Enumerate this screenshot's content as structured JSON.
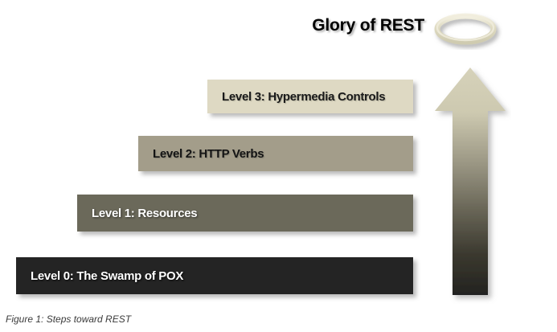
{
  "figure": {
    "title": "Glory of REST",
    "caption": "Figure 1: Steps toward REST",
    "background_color": "#ffffff"
  },
  "halo": {
    "icon": "halo-ring-icon",
    "stroke_color": "#ddd9c0",
    "highlight_color": "#f2efe0"
  },
  "arrow": {
    "icon": "up-arrow-icon",
    "direction": "up",
    "gradient_top_color": "#d3cfb6",
    "gradient_mid_color": "#6e6c5d",
    "gradient_bottom_color": "#242424"
  },
  "levels": [
    {
      "label": "Level 3: Hypermedia Controls",
      "level": 3,
      "background_color": "#ded9c3",
      "text_color": "#1a1a1a"
    },
    {
      "label": "Level 2: HTTP Verbs",
      "level": 2,
      "background_color": "#a39d8a",
      "text_color": "#141414"
    },
    {
      "label": "Level 1: Resources",
      "level": 1,
      "background_color": "#6b695a",
      "text_color": "#ffffff"
    },
    {
      "label": "Level 0: The Swamp of POX",
      "level": 0,
      "background_color": "#242424",
      "text_color": "#ffffff"
    }
  ]
}
